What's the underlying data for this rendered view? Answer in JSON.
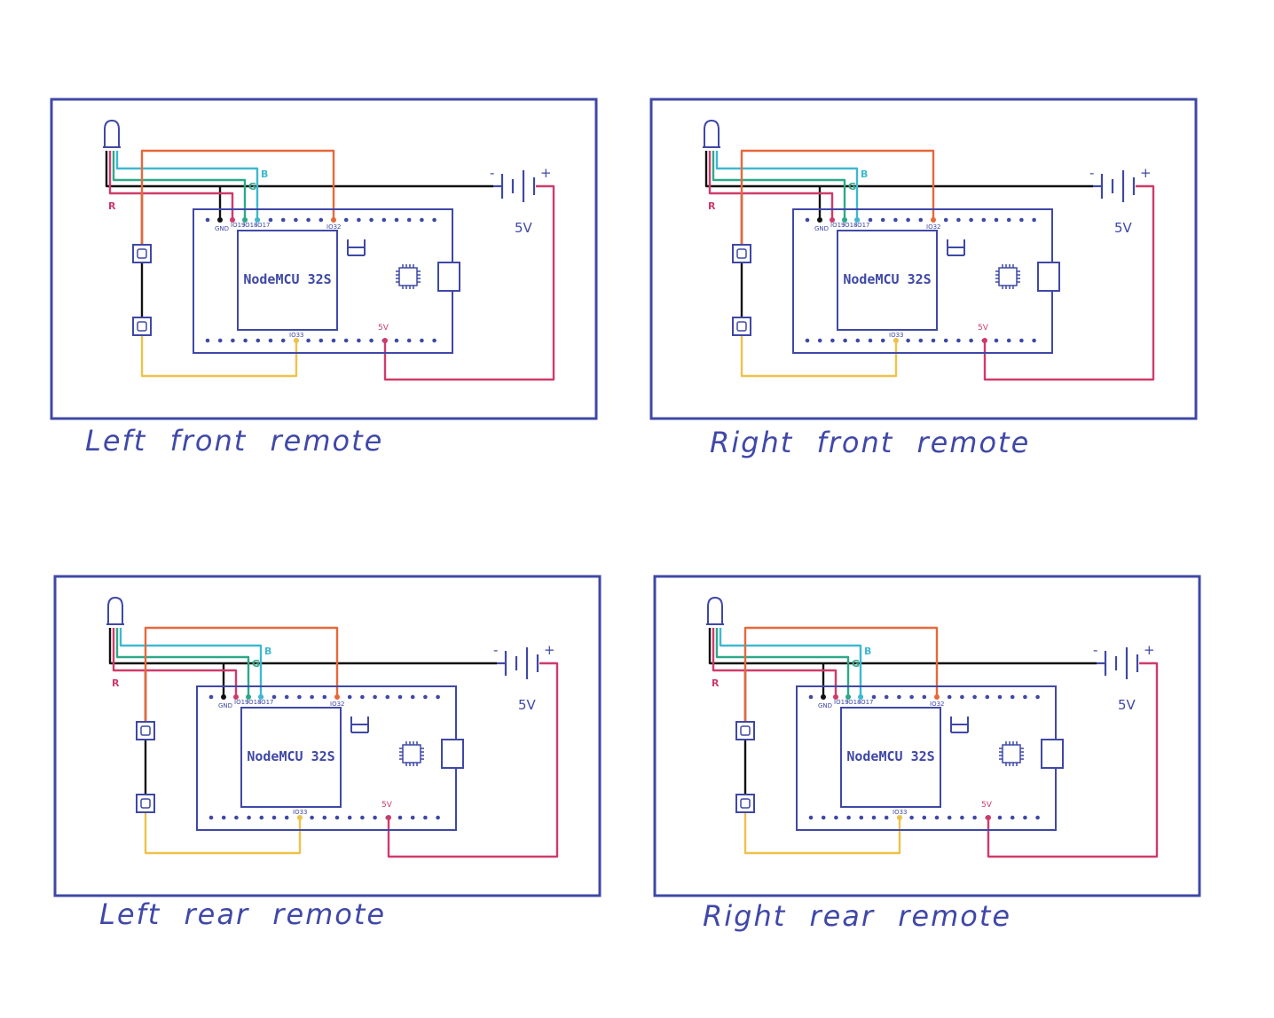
{
  "colors": {
    "frame": "#3f48a6",
    "wire_black": "#111111",
    "wire_orange": "#e8683a",
    "wire_cyan": "#3fb8d0",
    "wire_green": "#2ea88a",
    "wire_red": "#d03a6a",
    "wire_yellow": "#eec24a"
  },
  "schematic": {
    "board_label": "NodeMCU 32S",
    "pins": {
      "gnd": "GND",
      "p1": "IO19",
      "p2": "IO18",
      "p3": "IO17",
      "io32": "IO32",
      "io33": "IO33",
      "v5": "5V"
    },
    "battery_label": "5V",
    "battery_minus": "-",
    "battery_plus": "+",
    "led_red": "R",
    "led_green": "G",
    "led_blue": "B"
  },
  "panels": [
    {
      "caption": "Left front remote"
    },
    {
      "caption": "Right front remote"
    },
    {
      "caption": "Left rear remote"
    },
    {
      "caption": "Right rear remote"
    }
  ]
}
